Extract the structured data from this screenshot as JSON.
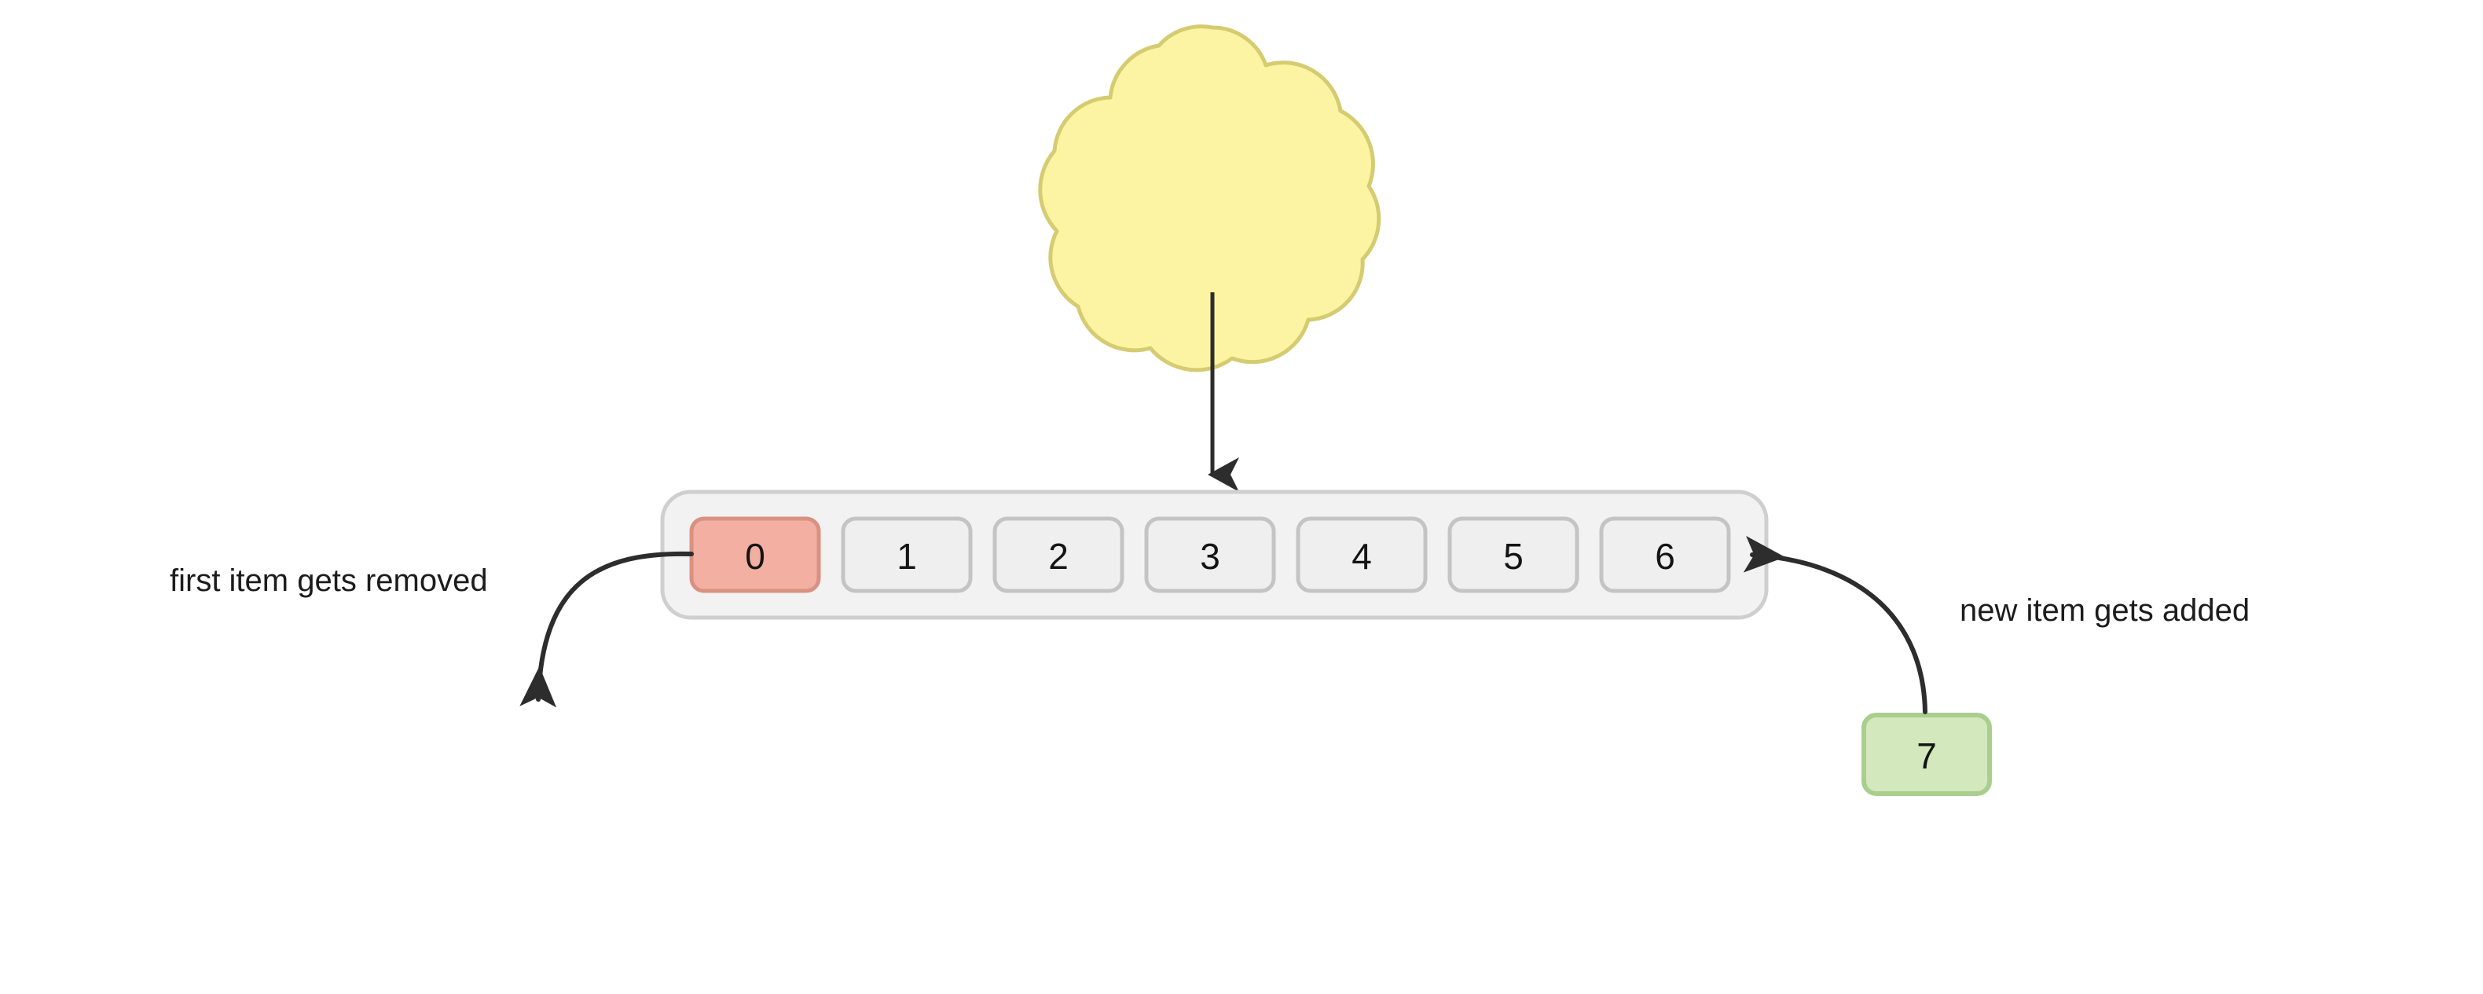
{
  "diagram": {
    "title": "sliding-window-queue-diagram",
    "source_node": {
      "shape": "cloud",
      "label": "",
      "fill": "#FCF4A3",
      "stroke": "#D5CC72"
    },
    "container": {
      "name": "array-container",
      "fill": "#F2F2F2",
      "stroke": "#CCCCCC"
    },
    "cells": [
      {
        "value": "0",
        "state": "removing",
        "fill": "#F2AFA2",
        "stroke": "#D99182",
        "text_color": "#141414"
      },
      {
        "value": "1",
        "state": "normal",
        "fill": "#EFEFEF",
        "stroke": "#C4C4C4",
        "text_color": "#141414"
      },
      {
        "value": "2",
        "state": "normal",
        "fill": "#EFEFEF",
        "stroke": "#C4C4C4",
        "text_color": "#141414"
      },
      {
        "value": "3",
        "state": "normal",
        "fill": "#EFEFEF",
        "stroke": "#C4C4C4",
        "text_color": "#141414"
      },
      {
        "value": "4",
        "state": "normal",
        "fill": "#EFEFEF",
        "stroke": "#C4C4C4",
        "text_color": "#141414"
      },
      {
        "value": "5",
        "state": "normal",
        "fill": "#EFEFEF",
        "stroke": "#C4C4C4",
        "text_color": "#141414"
      },
      {
        "value": "6",
        "state": "normal",
        "fill": "#EFEFEF",
        "stroke": "#C4C4C4",
        "text_color": "#141414"
      }
    ],
    "incoming_cell": {
      "value": "7",
      "state": "adding",
      "fill": "#D3E8BC",
      "stroke": "#A9CE8E",
      "text_color": "#141414"
    },
    "labels": {
      "left": "first item gets removed",
      "right": "new item gets added"
    },
    "arrows": {
      "cloud_to_array": {
        "name": "cloud-to-array-arrow",
        "color": "#2d2d2d"
      },
      "removed_out": {
        "name": "removed-item-arrow",
        "color": "#2d2d2d"
      },
      "added_in": {
        "name": "added-item-arrow",
        "color": "#2d2d2d"
      }
    }
  }
}
